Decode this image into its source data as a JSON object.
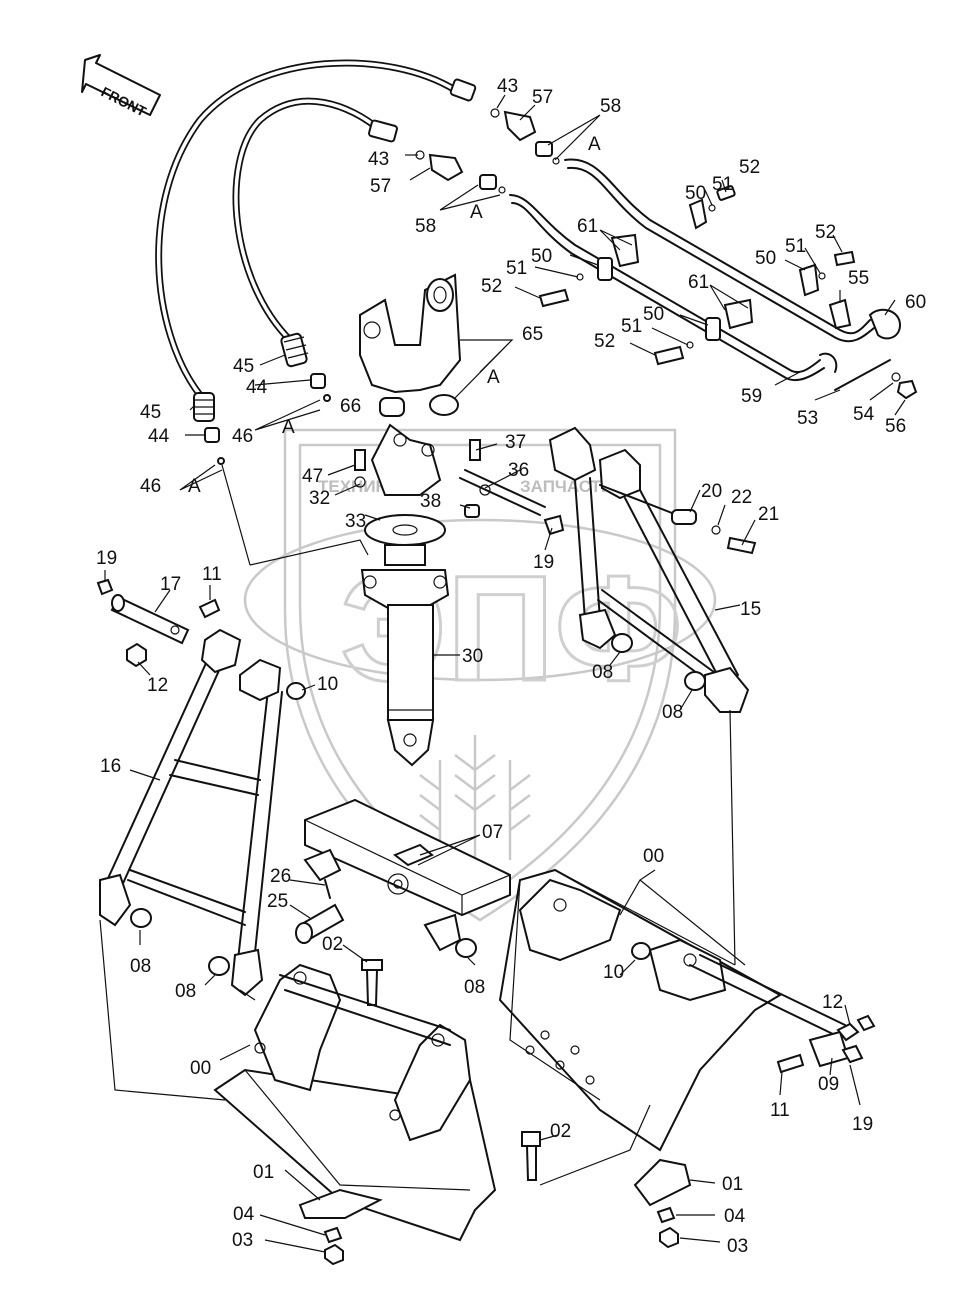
{
  "watermark": {
    "text_left": "ТЕХНИКА",
    "text_right": "ЗАПЧАСТИ",
    "monogram": "ЭПФ"
  },
  "front_arrow": {
    "text": "FRONT"
  },
  "callouts": [
    {
      "id": "l43a",
      "text": "43"
    },
    {
      "id": "l57a",
      "text": "57"
    },
    {
      "id": "l58a",
      "text": "58"
    },
    {
      "id": "lA1",
      "text": "A"
    },
    {
      "id": "l43b",
      "text": "43"
    },
    {
      "id": "l57b",
      "text": "57"
    },
    {
      "id": "l58b",
      "text": "58"
    },
    {
      "id": "lA2",
      "text": "A"
    },
    {
      "id": "l52a",
      "text": "52"
    },
    {
      "id": "l51a",
      "text": "51"
    },
    {
      "id": "l50a",
      "text": "50"
    },
    {
      "id": "l61a",
      "text": "61"
    },
    {
      "id": "l50b",
      "text": "50"
    },
    {
      "id": "l51b",
      "text": "51"
    },
    {
      "id": "l52b",
      "text": "52"
    },
    {
      "id": "l52c",
      "text": "52"
    },
    {
      "id": "l51c",
      "text": "51"
    },
    {
      "id": "l50c",
      "text": "50"
    },
    {
      "id": "l52d",
      "text": "52"
    },
    {
      "id": "l51d",
      "text": "51"
    },
    {
      "id": "l50d",
      "text": "50"
    },
    {
      "id": "l61b",
      "text": "61"
    },
    {
      "id": "l55",
      "text": "55"
    },
    {
      "id": "l60",
      "text": "60"
    },
    {
      "id": "l59",
      "text": "59"
    },
    {
      "id": "l53",
      "text": "53"
    },
    {
      "id": "l54",
      "text": "54"
    },
    {
      "id": "l56",
      "text": "56"
    },
    {
      "id": "l65",
      "text": "65"
    },
    {
      "id": "lA3",
      "text": "A"
    },
    {
      "id": "l66",
      "text": "66"
    },
    {
      "id": "l45a",
      "text": "45"
    },
    {
      "id": "l44a",
      "text": "44"
    },
    {
      "id": "l46a",
      "text": "46"
    },
    {
      "id": "lA4",
      "text": "A"
    },
    {
      "id": "l45b",
      "text": "45"
    },
    {
      "id": "l44b",
      "text": "44"
    },
    {
      "id": "l46b",
      "text": "46"
    },
    {
      "id": "lA5",
      "text": "A"
    },
    {
      "id": "l37",
      "text": "37"
    },
    {
      "id": "l36",
      "text": "36"
    },
    {
      "id": "l47",
      "text": "47"
    },
    {
      "id": "l32",
      "text": "32"
    },
    {
      "id": "l38",
      "text": "38"
    },
    {
      "id": "l33",
      "text": "33"
    },
    {
      "id": "l19a",
      "text": "19"
    },
    {
      "id": "l20",
      "text": "20"
    },
    {
      "id": "l22",
      "text": "22"
    },
    {
      "id": "l21",
      "text": "21"
    },
    {
      "id": "l15",
      "text": "15"
    },
    {
      "id": "l08a",
      "text": "08"
    },
    {
      "id": "l08b",
      "text": "08"
    },
    {
      "id": "l19b",
      "text": "19"
    },
    {
      "id": "l17",
      "text": "17"
    },
    {
      "id": "l11a",
      "text": "11"
    },
    {
      "id": "l12a",
      "text": "12"
    },
    {
      "id": "l10a",
      "text": "10"
    },
    {
      "id": "l30",
      "text": "30"
    },
    {
      "id": "l16",
      "text": "16"
    },
    {
      "id": "l07",
      "text": "07"
    },
    {
      "id": "l00a",
      "text": "00"
    },
    {
      "id": "l26",
      "text": "26"
    },
    {
      "id": "l25",
      "text": "25"
    },
    {
      "id": "l02a",
      "text": "02"
    },
    {
      "id": "l08c",
      "text": "08"
    },
    {
      "id": "l08d",
      "text": "08"
    },
    {
      "id": "l08e",
      "text": "08"
    },
    {
      "id": "l10b",
      "text": "10"
    },
    {
      "id": "l12b",
      "text": "12"
    },
    {
      "id": "l00b",
      "text": "00"
    },
    {
      "id": "l11b",
      "text": "11"
    },
    {
      "id": "l09",
      "text": "09"
    },
    {
      "id": "l19c",
      "text": "19"
    },
    {
      "id": "l02b",
      "text": "02"
    },
    {
      "id": "l01a",
      "text": "01"
    },
    {
      "id": "l04a",
      "text": "04"
    },
    {
      "id": "l03a",
      "text": "03"
    },
    {
      "id": "l01b",
      "text": "01"
    },
    {
      "id": "l04b",
      "text": "04"
    },
    {
      "id": "l03b",
      "text": "03"
    }
  ]
}
